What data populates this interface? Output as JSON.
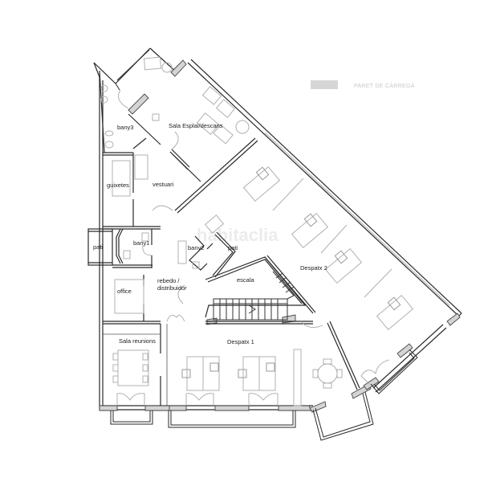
{
  "legend": {
    "swatch_color": "#d4d4d4",
    "label": "PARET DE CÀRREGA"
  },
  "watermark": "habitaclia",
  "rooms": {
    "sala_esplai": "Sala Esplai/descans",
    "bany3": "bany3",
    "guixetes": "guixetes",
    "vestuari": "vestuari",
    "pati_left": "pati",
    "bany1": "bany1",
    "bany2": "bany2",
    "pati_center": "pati",
    "rebedo_line1": "rebedo /",
    "rebedo_line2": "distribuidor",
    "office": "office",
    "escala": "escala",
    "despatx2": "Despatx 2",
    "sala_reunions": "Sala reunions",
    "despatx1": "Despatx 1"
  },
  "colors": {
    "wall": "#2a2a2a",
    "bearing_wall": "#d4d4d4",
    "furniture": "#b0b0b0",
    "background": "#ffffff"
  }
}
